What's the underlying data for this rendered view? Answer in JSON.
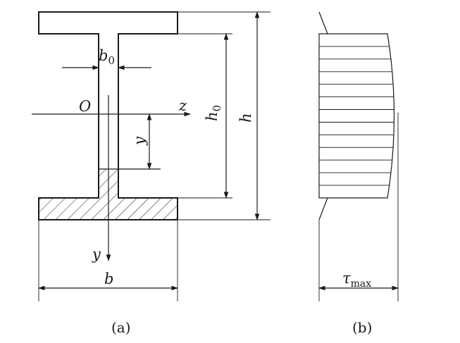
{
  "figure_a": {
    "caption": "(a)",
    "labels": {
      "b0_main": "b",
      "b0_sub": "0",
      "origin": "O",
      "z_axis": "z",
      "h0_main": "h",
      "h0_sub": "0",
      "h": "h",
      "y_dim": "y",
      "y_axis": "y",
      "b": "b"
    }
  },
  "figure_b": {
    "caption": "(b)",
    "labels": {
      "tau_main": "τ",
      "tau_sub": "max"
    }
  }
}
